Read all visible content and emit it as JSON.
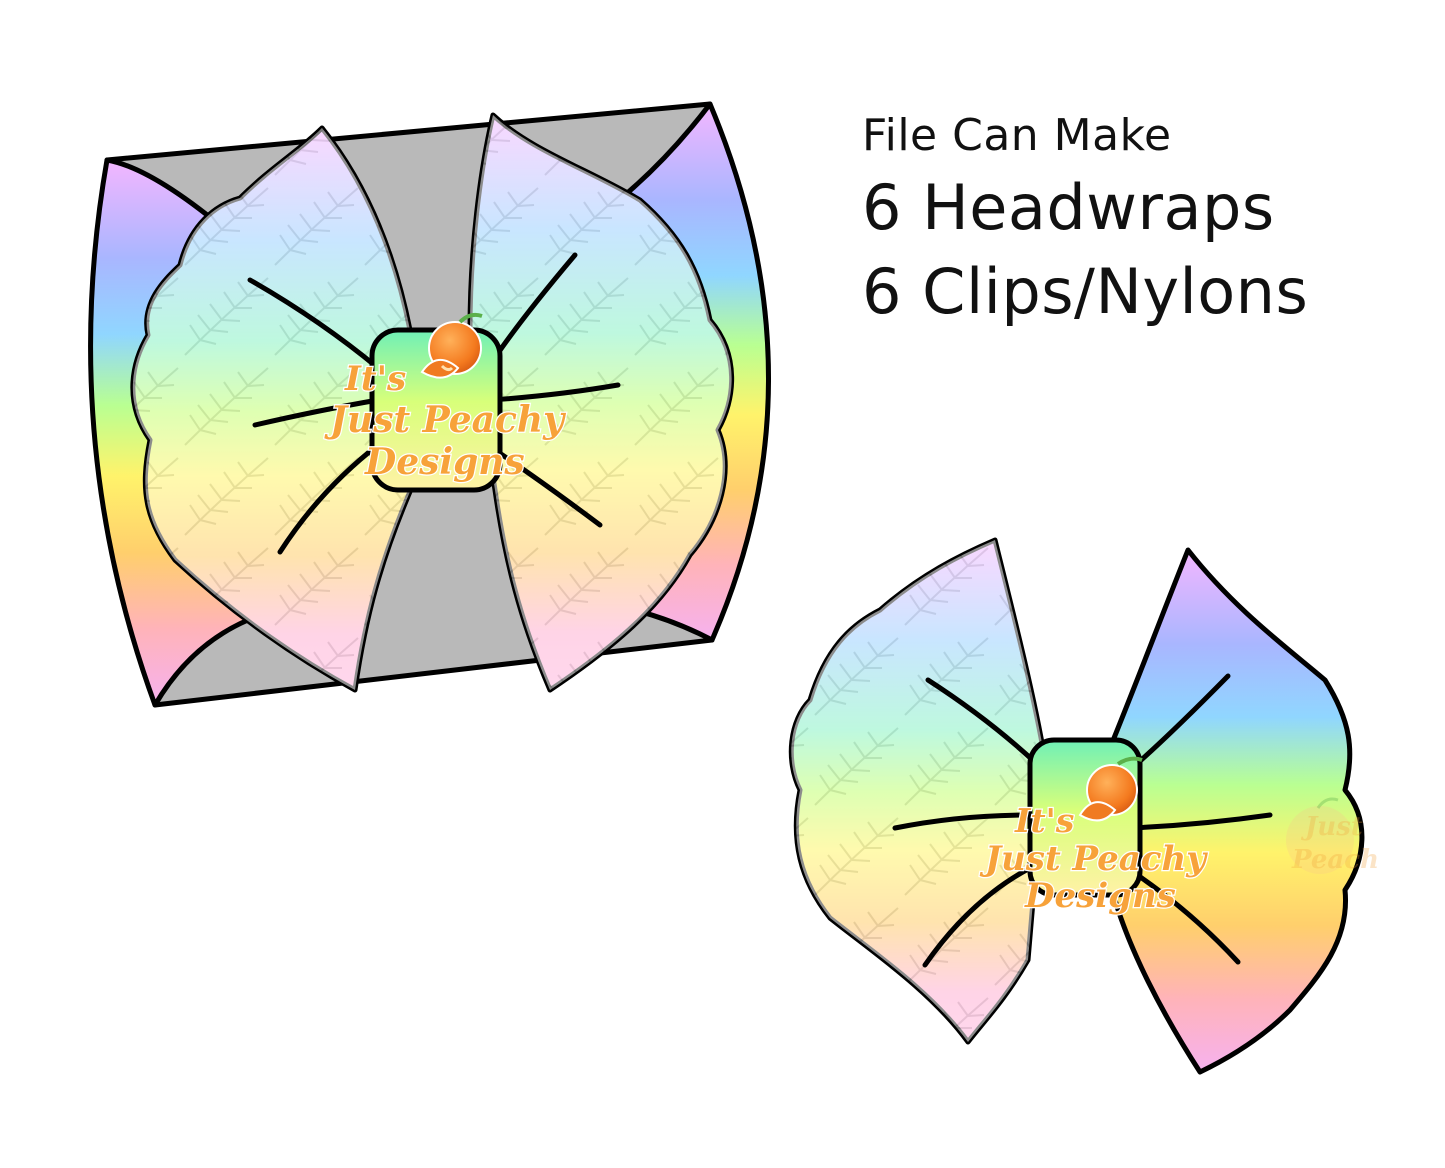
{
  "caption": {
    "line1": "File Can Make",
    "line2": "6 Headwraps",
    "line3": "6 Clips/Nylons"
  },
  "watermark": {
    "line1": "It's",
    "line2": "Just Peachy",
    "line3": "Designs",
    "corner_line1": "Just",
    "corner_line2": "Peach"
  },
  "colors": {
    "band_gray": "#b9b9b9",
    "outline": "#000000",
    "rainbow": [
      "#f5b8ff",
      "#a9b7ff",
      "#8fd3ff",
      "#c8ff8a",
      "#fff36a",
      "#ffcc6a",
      "#ffb1b7",
      "#f8b4ec"
    ],
    "peach": "#f7a23a"
  },
  "icons": [
    "peach-icon",
    "palm-leaf-pattern"
  ]
}
